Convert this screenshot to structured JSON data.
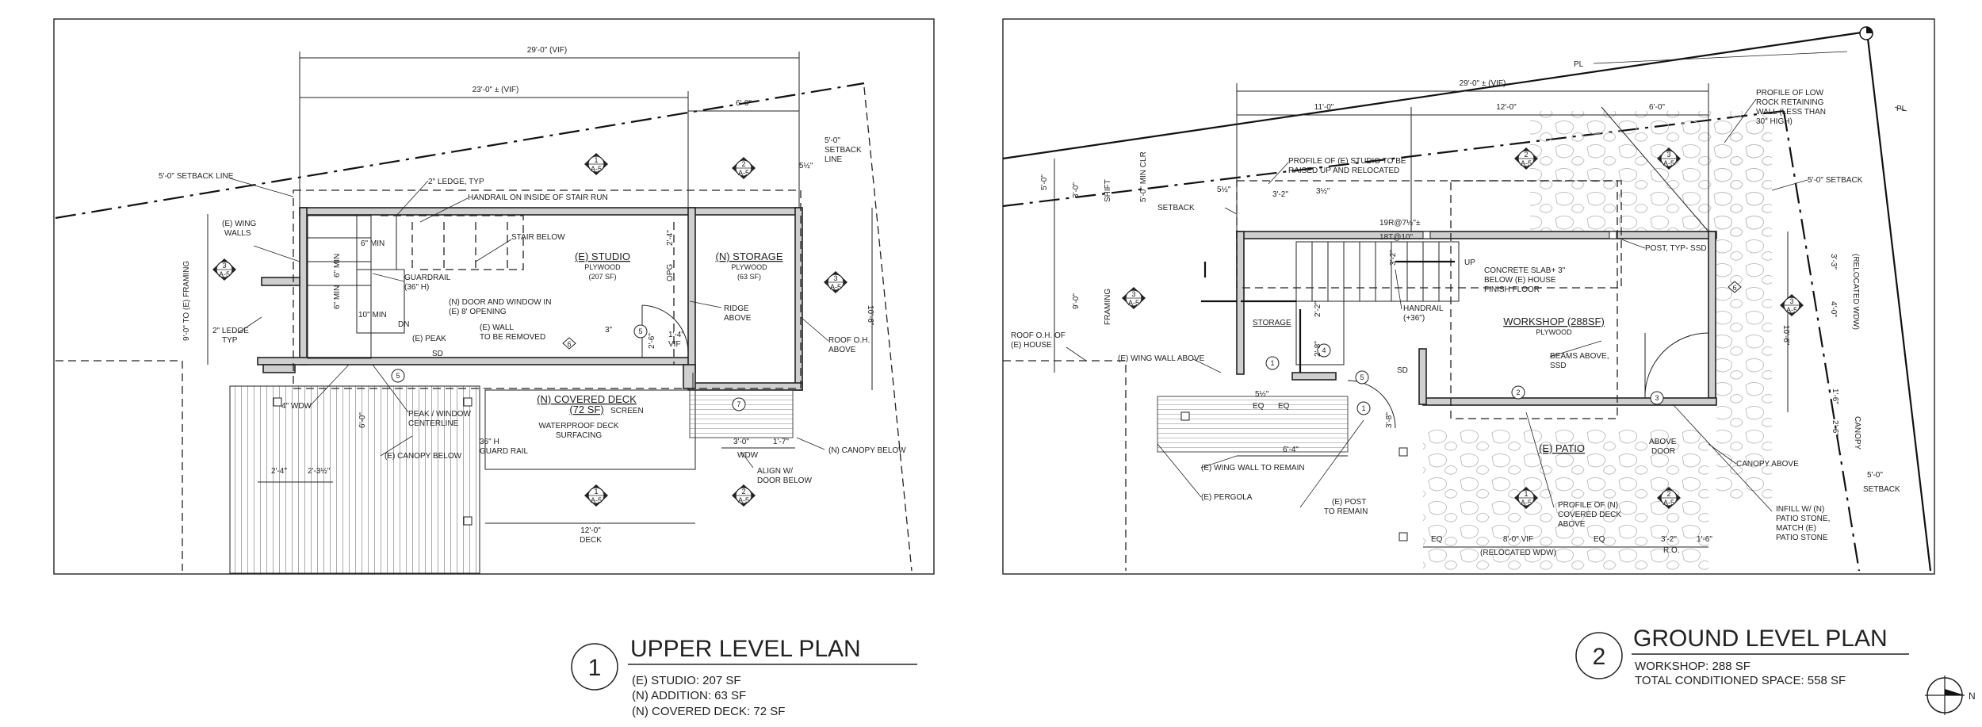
{
  "upper_plan": {
    "number": "1",
    "title": "UPPER LEVEL PLAN",
    "areas": [
      "(E) STUDIO: 207 SF",
      "(N) ADDITION: 63 SF",
      "(N) COVERED DECK: 72 SF"
    ],
    "dims": {
      "overall": "29'-0\" (VIF)",
      "studio": "23'-0\" ± (VIF)",
      "addition": "6'-0\"",
      "deck": "12'-0\"",
      "right_height": "10'-6\"",
      "left_height": "9'-0\" TO (E) FRAMING",
      "setback_5": "5'-0\"",
      "half": "5½\"",
      "d_2_4": "2'-4\"",
      "d_2_3_5": "2'-3½\"",
      "d_6_0": "6'-0\"",
      "d_3_0": "3'-0\"",
      "d_1_7": "1'-7\"",
      "d_1_4": "1'-4\"",
      "d_2_4v": "2'-4\"",
      "d_3": "3\"",
      "d_2_6": "2'-6\"",
      "min6": "6\" MIN",
      "min6b": "6\" MIN",
      "min10": "10\" MIN",
      "min6c": "6\" MIN",
      "opg": "OPG",
      "vif": "VIF",
      "deck_word": "DECK",
      "wdw": "WDW"
    },
    "labels": {
      "setback_line": "5'-0\" SETBACK LINE",
      "setback_line2": "SETBACK",
      "setback_line3": "LINE",
      "ledge_typ": "2\" LEDGE, TYP",
      "handrail": "HANDRAIL ON INSIDE OF STAIR RUN",
      "wing_walls_1": "(E) WING",
      "wing_walls_2": "WALLS",
      "guardrail_1": "GUARDRAIL",
      "guardrail_2": "(36\" H)",
      "stair_below": "STAIR BELOW",
      "ledge2_1": "2\" LEDGE",
      "ledge2_2": "TYP",
      "door_window_1": "(N) DOOR AND WINDOW IN",
      "door_window_2": "(E) 8' OPENING",
      "dn": "DN",
      "peak": "(E) PEAK",
      "wall_removed_1": "(E) WALL",
      "wall_removed_2": "TO BE REMOVED",
      "sd": "SD",
      "ridge_1": "RIDGE",
      "ridge_2": "ABOVE",
      "roof_oh_1": "ROOF O.H.",
      "roof_oh_2": "ABOVE",
      "wdw4": "4\" WDW",
      "peak_window_1": "PEAK / WINDOW",
      "peak_window_2": "CENTERLINE",
      "canopy_below": "(E) CANOPY BELOW",
      "guard_rail_1": "36\" H",
      "guard_rail_2": "GUARD RAIL",
      "screen": "SCREEN",
      "waterproof_1": "WATERPROOF DECK",
      "waterproof_2": "SURFACING",
      "canopy_below_n": "(N) CANOPY BELOW",
      "align_1": "ALIGN W/",
      "align_2": "DOOR BELOW"
    },
    "rooms": {
      "studio_name": "(E) STUDIO",
      "studio_finish": "PLYWOOD",
      "studio_area": "(207 SF)",
      "storage_name": "(N) STORAGE",
      "storage_finish": "PLYWOOD",
      "storage_area": "(63 SF)",
      "deck_name": "(N) COVERED DECK",
      "deck_area": "(72 SF)"
    },
    "tags": {
      "t6": "6",
      "t5": "5",
      "t5b": "5",
      "t7": "7"
    },
    "section_markers": [
      {
        "num": "1",
        "sheet": "A-5"
      },
      {
        "num": "2",
        "sheet": "A-5"
      },
      {
        "num": "3",
        "sheet": "A-5"
      },
      {
        "num": "3",
        "sheet": "A-5"
      },
      {
        "num": "1",
        "sheet": "A-5"
      },
      {
        "num": "2",
        "sheet": "A-5"
      }
    ]
  },
  "ground_plan": {
    "number": "2",
    "title": "GROUND LEVEL PLAN",
    "areas": [
      "WORKSHOP: 288 SF",
      "TOTAL CONDITIONED SPACE: 558 SF"
    ],
    "dims": {
      "overall": "29'-0\" ± (VIF)",
      "d_11": "11'-0\"",
      "d_12": "12'-0\"",
      "d_6": "6'-0\"",
      "d_3_2": "3'-2\"",
      "d_3_5": "3½\"",
      "d_5_5": "5½\"",
      "d_10_6": "10'-6\"",
      "d_3_3": "3'-3\"",
      "d_4_0": "4'-0\"",
      "d_1_6": "1'-6\"",
      "d_2_6": "2'-6\"",
      "d_6_4": "6'-4\"",
      "d_8_0": "8'-0\" VIF",
      "d_3_2b": "3'-2\"",
      "d_1_6b": "1'-6\"",
      "d_3_8": "3'-8\"",
      "d_2_8": "2'-8\"",
      "d_2_2": "2'-2\"",
      "d_3_2v": "3'-2\"",
      "d_9_0": "9'-0\"",
      "d_3_0": "3'-0\"",
      "d_5": "5'-0\"",
      "d_5_min": "5'-0\" MIN CLR",
      "shift": "SHIFT",
      "framing": "FRAMING",
      "eq1": "EQ",
      "eq2": "EQ",
      "eq3": "EQ",
      "eq4": "EQ",
      "ro": "R.O.",
      "relocated_wdw": "(RELOCATED WDW)",
      "relocated_wdw_v": "(RELOCATED WDW)",
      "canopy_v": "CANOPY",
      "stair1": "19R@7½\"±",
      "stair2": "18T@10\"",
      "up": "UP"
    },
    "labels": {
      "pl1": "PL",
      "pl2": "PL",
      "profile_studio_1": "PROFILE OF (E) STUDIO TO BE",
      "profile_studio_2": "RAISED UP AND RELOCATED",
      "setback": "SETBACK",
      "profile_rock_1": "PROFILE OF LOW",
      "profile_rock_2": "ROCK RETAINING",
      "profile_rock_3": "WALL (LESS THAN",
      "profile_rock_4": "30\" HIGH)",
      "setback5": "5'-0\" SETBACK",
      "post_typ": "POST, TYP- SSD",
      "concrete_1": "CONCRETE SLAB+ 3\"",
      "concrete_2": "BELOW (E) HOUSE",
      "concrete_3": "FINISH FLOOR",
      "handrail_1": "HANDRAIL",
      "handrail_2": "(+36\")",
      "roof_oh_1": "ROOF O.H. OF",
      "roof_oh_2": "(E) HOUSE",
      "storage": "STORAGE",
      "wing_wall_above": "(E) WING WALL ABOVE",
      "beams_1": "BEAMS ABOVE,",
      "beams_2": "SSD",
      "sd": "SD",
      "above_door_1": "ABOVE",
      "above_door_2": "DOOR",
      "canopy_above": "CANOPY ABOVE",
      "setback_r1": "5'-0\"",
      "setback_r2": "SETBACK",
      "wing_wall_remain": "(E) WING WALL TO REMAIN",
      "pergola": "(E) PERGOLA",
      "post_remain_1": "(E) POST",
      "post_remain_2": "TO REMAIN",
      "profile_deck_1": "PROFILE OF (N)",
      "profile_deck_2": "COVERED DECK",
      "profile_deck_3": "ABOVE",
      "infill_1": "INFILL W/ (N)",
      "infill_2": "PATIO STONE,",
      "infill_3": "MATCH (E)",
      "infill_4": "PATIO STONE"
    },
    "rooms": {
      "workshop_name": "WORKSHOP (288SF)",
      "workshop_finish": "PLYWOOD",
      "patio_name": "(E) PATIO"
    },
    "tags": {
      "t1": "1",
      "t2": "2",
      "t3": "3",
      "t4": "4",
      "t5": "5",
      "t1b": "1",
      "t6": "6"
    },
    "section_markers": [
      {
        "num": "3",
        "sheet": "A-5"
      },
      {
        "num": "2",
        "sheet": "A-5"
      },
      {
        "num": "3",
        "sheet": "A-5"
      },
      {
        "num": "3",
        "sheet": "A-5"
      },
      {
        "num": "1",
        "sheet": "A-5"
      },
      {
        "num": "2",
        "sheet": "A-5"
      }
    ]
  },
  "north": {
    "label": "N"
  }
}
